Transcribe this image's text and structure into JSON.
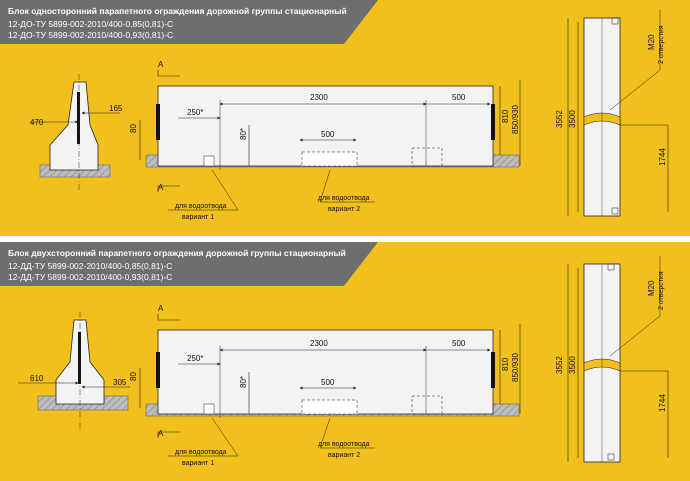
{
  "panels": [
    {
      "title": "Блок односторонний парапетного ограждения дорожной группы стационарный",
      "specs": [
        "12-ДО-ТУ 5899-002-2010/400-0,85(0,81)-С",
        "12-ДО-ТУ 5899-002-2010/400-0,93(0,81)-С"
      ],
      "section": {
        "base_width": "470",
        "top_width": "165"
      },
      "side": {
        "section_mark": "А",
        "dim_length": "2300",
        "dim_end": "500",
        "dim_angle_offset": "250*",
        "dim_drain_depth": "80*",
        "dim_drain_width": "500",
        "dim_base": "80",
        "dim_h1": "810",
        "dim_h2": "850/930",
        "drain_1": {
          "line1": "для водоотвода",
          "line2": "вариант 1"
        },
        "drain_2": {
          "line1": "для водоотвода",
          "line2": "вариант 2"
        }
      },
      "plan": {
        "total": "3552",
        "inner": "3500",
        "half": "1744",
        "hole": "М20",
        "hole_count": "2 отверстия"
      }
    },
    {
      "title": "Блок двухсторонний парапетного ограждения дорожной группы стационарный",
      "specs": [
        "12-ДД-ТУ 5899-002-2010/400-0,85(0,81)-С",
        "12-ДД-ТУ 5899-002-2010/400-0,93(0,81)-С"
      ],
      "section": {
        "base_width": "610",
        "top_width": "305"
      },
      "side": {
        "section_mark": "А",
        "dim_length": "2300",
        "dim_end": "500",
        "dim_angle_offset": "250*",
        "dim_drain_depth": "80*",
        "dim_drain_width": "500",
        "dim_base": "80",
        "dim_h1": "810",
        "dim_h2": "850/930",
        "drain_1": {
          "line1": "для водоотвода",
          "line2": "вариант 1"
        },
        "drain_2": {
          "line1": "для водоотвода",
          "line2": "вариант 2"
        }
      },
      "plan": {
        "total": "3552",
        "inner": "3500",
        "half": "1744",
        "hole": "М20",
        "hole_count": "2 отверстия"
      }
    }
  ],
  "colors": {
    "background": "#f2c01c",
    "header": "#6e6e6e",
    "concrete": "#f3f3f3",
    "line": "#222222",
    "hatch": "#999999"
  }
}
